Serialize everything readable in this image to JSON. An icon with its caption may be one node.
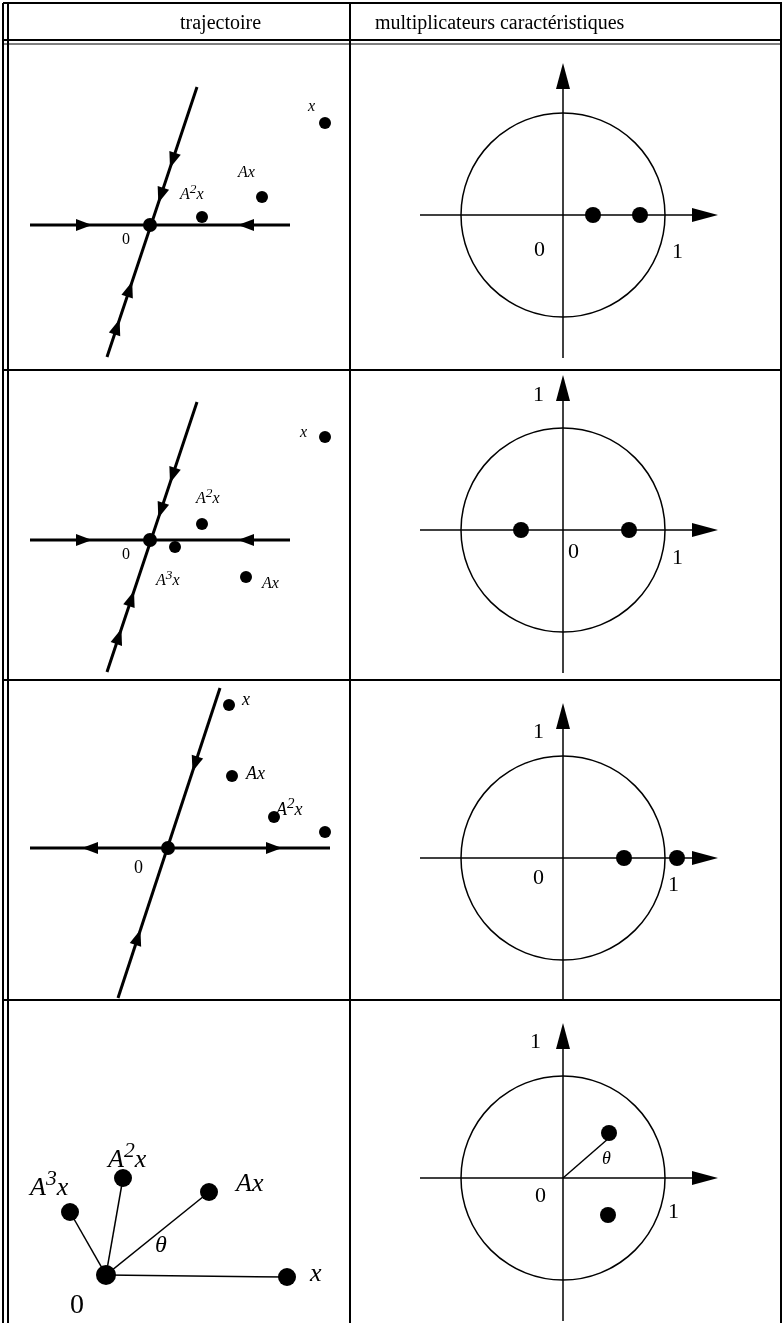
{
  "diagram": {
    "labels": [
      "trajectoire",
      "multiplicateurs caractéristiques",
      "x",
      "Ax",
      "A$^{2}$x",
      "0",
      "0",
      "1",
      "x",
      "A$^{2}$x",
      "0",
      "A$^{3}$x",
      "Ax",
      "1",
      "0",
      "1",
      "x",
      "Ax",
      "A$^{2}$x",
      "0",
      "1",
      "0",
      "1",
      "A$^{2}$x",
      "A$^{3}$x",
      "Ax",
      "θ",
      "x",
      "0",
      "1",
      "θ",
      "0",
      "1"
    ]
  }
}
